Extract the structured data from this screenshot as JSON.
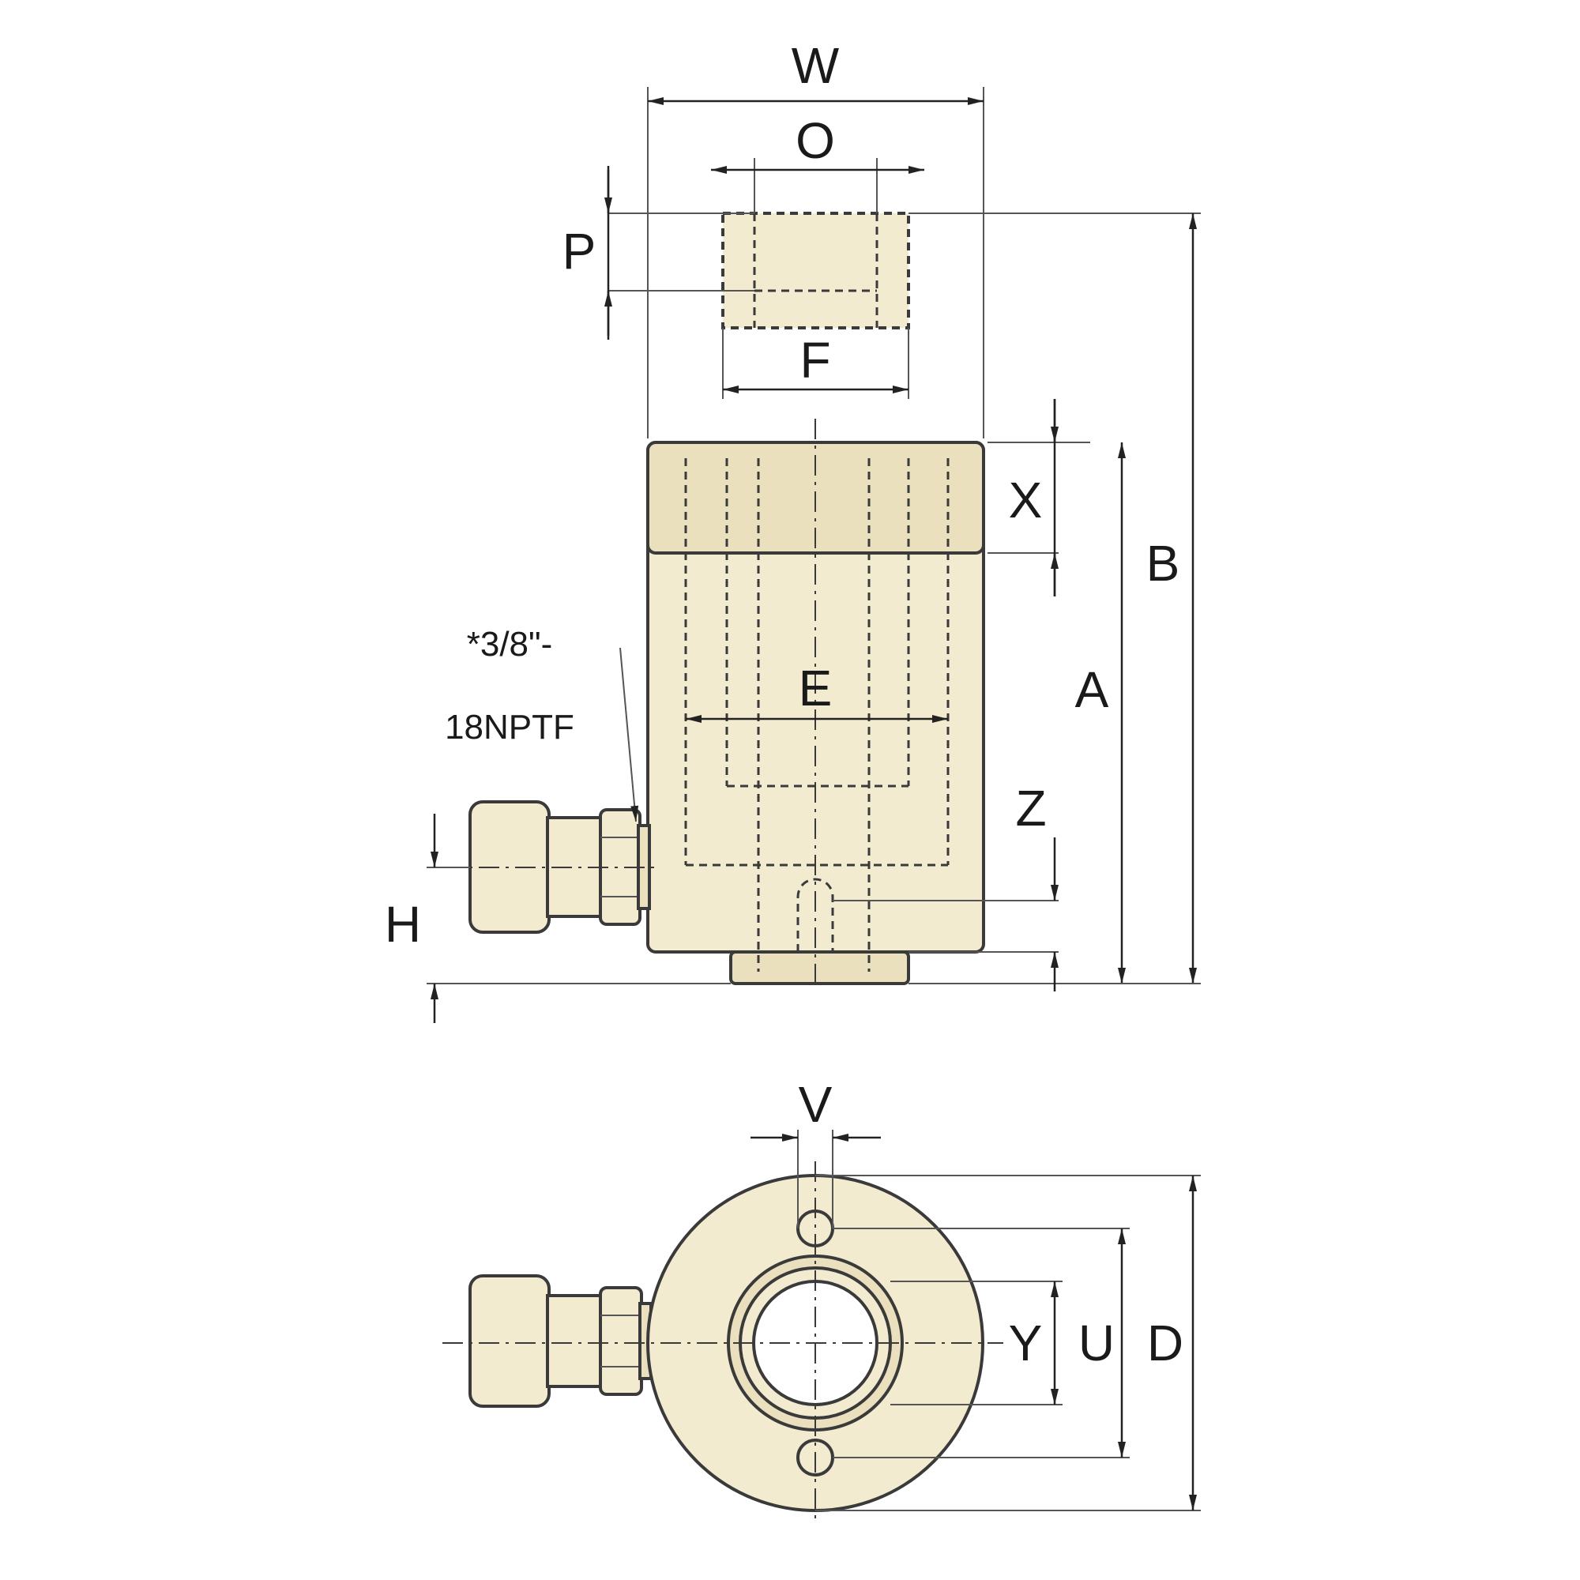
{
  "labels": {
    "W": "W",
    "O": "O",
    "P": "P",
    "F": "F",
    "X": "X",
    "B": "B",
    "A": "A",
    "E": "E",
    "Z": "Z",
    "H": "H",
    "port_line1": "*3/8\"-",
    "port_line2": "18NPTF",
    "V": "V",
    "Y": "Y",
    "U": "U",
    "D": "D"
  },
  "colors": {
    "body": "#f3ebcf",
    "body_shade": "#ebe0bd",
    "outline": "#3a3a3a"
  }
}
